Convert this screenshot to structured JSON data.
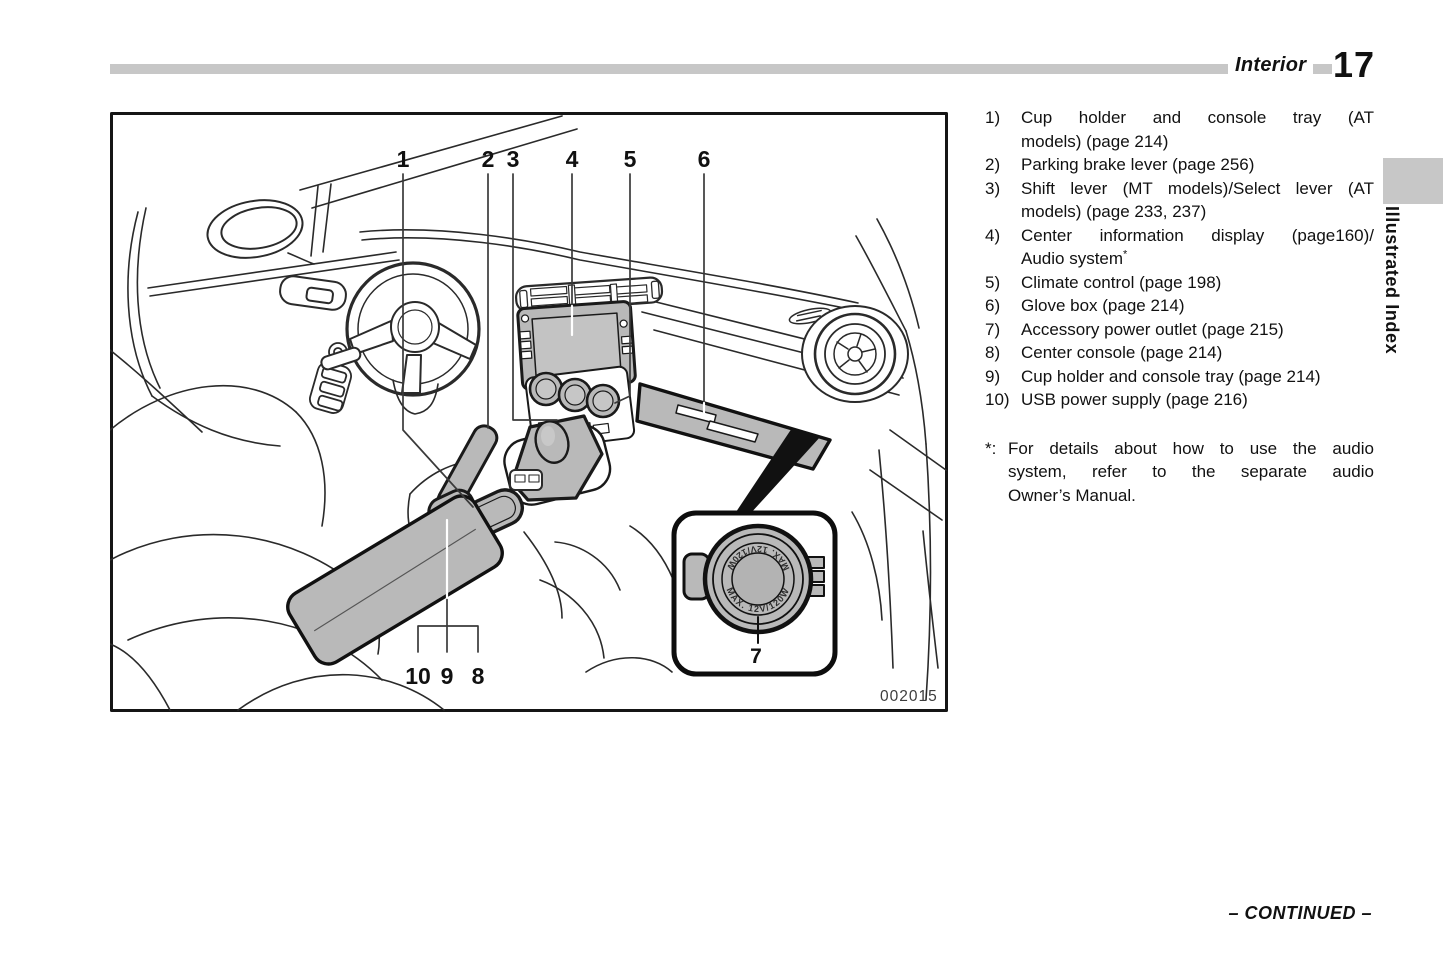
{
  "header": {
    "section_label": "Interior",
    "page_number": "17"
  },
  "side_tab": {
    "label": "Illustrated Index"
  },
  "legend": {
    "items": [
      {
        "num": "1)",
        "lines": [
          "Cup holder and console tray (AT",
          "models) (page 214)"
        ]
      },
      {
        "num": "2)",
        "lines": [
          "Parking brake lever (page 256)"
        ]
      },
      {
        "num": "3)",
        "lines": [
          "Shift lever (MT models)/Select lever (AT",
          "models) (page 233, 237)"
        ]
      },
      {
        "num": "4)",
        "lines": [
          "Center information display (page160)/",
          "Audio system"
        ],
        "sup": "*"
      },
      {
        "num": "5)",
        "lines": [
          "Climate control (page 198)"
        ]
      },
      {
        "num": "6)",
        "lines": [
          "Glove box (page 214)"
        ]
      },
      {
        "num": "7)",
        "lines": [
          "Accessory power outlet (page 215)"
        ]
      },
      {
        "num": "8)",
        "lines": [
          "Center console (page 214)"
        ]
      },
      {
        "num": "9)",
        "lines": [
          "Cup holder and console tray (page 214)"
        ]
      },
      {
        "num": "10)",
        "lines": [
          "USB power supply (page 216)"
        ]
      }
    ],
    "footnote_marker": "*:",
    "footnote_lines": [
      "For details about how to use the audio",
      "system, refer to the separate audio",
      "Owner’s Manual."
    ]
  },
  "figure": {
    "callouts_top": [
      "1",
      "2",
      "3",
      "4",
      "5",
      "6"
    ],
    "callouts_bottom": [
      "10",
      "9",
      "8"
    ],
    "inset_callout": "7",
    "outlet_cap_text": "MAX. 12V/120W",
    "figure_code": "002015"
  },
  "footer": {
    "continued": "– CONTINUED –"
  },
  "colors": {
    "bar_gray": "#c7c7c7",
    "shade_gray": "#b9b9b9",
    "line": "#1a1a1a"
  }
}
